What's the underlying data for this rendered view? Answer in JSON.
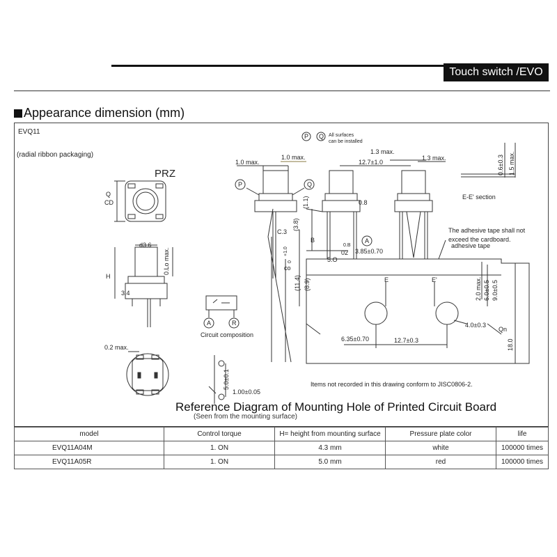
{
  "header": {
    "product_title": "Touch switch /EVO"
  },
  "section": {
    "title": "Appearance dimension (mm)",
    "model_series": "EVQ11",
    "packaging_note": "(radial ribbon packaging)"
  },
  "drawing": {
    "prz_label": "PRZ",
    "q_label": "Q",
    "cd_label": "CD",
    "d36": "d3.6",
    "h_label": "H",
    "dim_34": "3.4",
    "lo_max": "0.Lo max.",
    "dim_02max": "0.2 max.",
    "circle_p": "P",
    "circle_q": "Q",
    "circle_a": "A",
    "circle_r": "R",
    "all_surfaces_1": "All surfaces",
    "all_surfaces_2": "can be installed",
    "dim_10max_a": "1.0 max.",
    "dim_10max_b": "1.0 max.",
    "dim_13max_a": "1.3 max.",
    "dim_13max_b": "1.3 max.",
    "dim_127_10": "12.7±1.0",
    "dim_06": "0.6±0.3",
    "dim_15max": "1.5 max.",
    "ee_section": "E-E' section",
    "adhesive_note_1": "The adhesive tape shall not",
    "adhesive_note_2": "exceed the cardboard.",
    "adhesive_tape": "adhesive tape",
    "dim_11": "(1.1)",
    "dim_08": "0.8",
    "dim_38": "(3.8)",
    "c3": "C.3",
    "b_label": "B",
    "dim_02": "02",
    "dim_0b": "0.B",
    "dim_385": "3.85±0.70",
    "dim_50": "5.O",
    "co_label": "co",
    "dim_10top": "+1.0",
    "dim_0bot": "0",
    "dim_114": "(11.4)",
    "dim_89": "(8.9)",
    "e_label": "E",
    "e_prime": "E'",
    "dim_20max": "2.0 max.",
    "dim_60": "6.0±0.5",
    "dim_90": "9.0±0.5",
    "dim_40": "4.0±0.3",
    "qn_label": "Qn",
    "dim_180": "18.0",
    "dim_635": "6.35±0.70",
    "dim_127_03": "12.7±0.3",
    "circuit_composition": "Circuit composition",
    "dim_50b": "5.0±0.1",
    "dim_100": "1.00±0.05",
    "jis_note": "Items not recorded in this drawing conform to JISC0806-2."
  },
  "reference": {
    "title": "Reference Diagram of Mounting Hole of Printed Circuit Board",
    "subtitle": "(Seen from the mounting surface)"
  },
  "table": {
    "headers": [
      "model",
      "Control torque",
      "H= height from mounting surface",
      "Pressure plate color",
      "life"
    ],
    "rows": [
      [
        "EVQ11A04M",
        "1. ON",
        "4.3 mm",
        "white",
        "100000 times"
      ],
      [
        "EVQ11A05R",
        "1. ON",
        "5.0 mm",
        "red",
        "100000 times"
      ]
    ]
  }
}
